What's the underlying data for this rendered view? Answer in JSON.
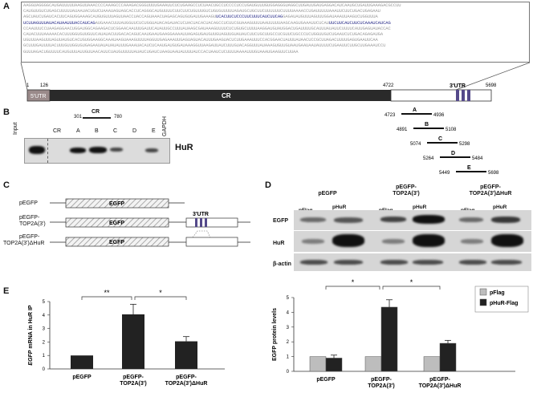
{
  "panel_labels": [
    "A",
    "B",
    "C",
    "D",
    "E"
  ],
  "panelA": {
    "sequence_lines": [
      {
        "plain": "AAGGUAGGGGCAUGAUUUUUAAGUUAAACCCCAAAGCCCAAAGACGGGUUUUGAAAUUCUCUGAAGCCUCUAACUGCCUCCCCUCCUGAUGUUUGUGGAGGGUAGGCUUGAUUGAUGAGGACAUCAAUGCUGAUUGAAAGACGCCUU",
        "hl": ""
      },
      {
        "plain": "CAUGUUGUCUGAGCUUUUUAUAAUACUGUCUAAAUAGUAGCACCUCAGGGCAUGUUUUCUUCUUCUGUUUGUCUGUGUUUUUAGAUGCUGCUUCUUUUUUCUUUUAAAACCUGAUUUUUAAAUUCUUCUGACUGAGAAU",
        "hl": ""
      },
      {
        "plain": "AGCUAUCUGAUCACUUCAGUGGAAAGCAUGUGUUUAGUUAACCUACCAGUAAACUAGAGCAGUGUGAUUGAAAGU",
        "hl": "UCACUUCUCCCUUCUUUCAUCUUCAG",
        "tail": "GAGAUAUGUUUAGUUUGGAUAAAUUAAGUCUGGUUUA"
      },
      {
        "plain": "",
        "hl": "UCUUAGUUUAUACAUAAUUUACCAUCAG",
        "tail": "AUGAAACUUUAUGGUUCUCUGGUAUACAGAUACUCUACUACACUACAGCCUCUUCGUAAAGUUUUAAUUUUUAAGCAAGUGAAAUUCUCAU",
        "hl2": "UUCUUCAUCUUCUCAAAUCAUCAG"
      },
      {
        "plain": "CCAAUUUCCUAAGAGGAACUGGAUGGCAGAAGACUCGGAACAAUUUGAUUCAUAUUGCCUUUAUAAGCGAUAAAGUUUUCUCUGUGCUUUUAAGGAUGUAUGGACUGAUUUUGCAUUUAUAUUCUUUUCAUUGAGUAUACCAC",
        "hl": ""
      },
      {
        "plain": "CAUACUUUAAAAACACUUUGGUGUUGUUCAUAUACUUGACACAGUCAAUGAAUGAAGGAAAAUUAGAGUGAUGUUGUAGUUGUAUAUCUUCUGCUUGCCUCGUUCUGCCCUCUGGUUGUCUGAAUCUCUGACAGAGAUGA",
        "hl": ""
      },
      {
        "plain": "UGUUUAAGUUUAGUUAUGUCACUGUGGAAGGCAAAUAAGUAAAGUUUUAGGUUGAGAAAUUGAGUAGUACAUUUGAAGUACUCUUGAAAUUUCCACGGAACUAUUUAUAACUCCGCUUAGACUUUUGAGUGAAUUCAA",
        "hl": ""
      },
      {
        "plain": "GCUUUGAUUUUACUUUGUUGGUGUGAGAAUAUAUAUAUUUGAAAUACAUCUCAAUGAUGUGAUAAAGGUUAAGAUUAUCUUUGUACAGGUUUAUAAAGUGUUGUAAUGAAUAAUAUUUUCUGAAUUCUUGCUUGAAAUCCU",
        "hl": ""
      },
      {
        "plain": "GUUUAGACUGUUUUCAUGUUUAUUGUUAACAUUCUAUGUUUUUAUAUCUGAUCUAAGUAAUAUUUUAUCCACUAAUCUCUUUUAAAAUUUGUAAAUGAAGUUCUUAA",
        "hl": ""
      }
    ],
    "coord_start": "1",
    "coord_utr5": "126",
    "coord_cr_end": "4722",
    "coord_end": "5698",
    "label_utr5": "5'UTR",
    "label_cr": "CR",
    "label_utr3": "3'UTR",
    "fragments": [
      {
        "name": "A",
        "start": "4723",
        "end": "4936"
      },
      {
        "name": "B",
        "start": "4891",
        "end": "5108"
      },
      {
        "name": "C",
        "start": "5074",
        "end": "5298"
      },
      {
        "name": "D",
        "start": "5264",
        "end": "5484"
      },
      {
        "name": "E",
        "start": "5449",
        "end": "5698"
      }
    ]
  },
  "panelB": {
    "lanes": [
      "Input",
      "CR",
      "A",
      "B",
      "C",
      "D",
      "E",
      "GAPDH"
    ],
    "cr_start": "301",
    "cr_end": "780",
    "cr_label": "CR",
    "protein": "HuR"
  },
  "panelC": {
    "constructs": [
      {
        "label_lines": [
          "pEGFP"
        ],
        "box": "EGFP"
      },
      {
        "label_lines": [
          "pEGFP-",
          "TOP2A(3')"
        ],
        "box": "EGFP",
        "utr": "3'UTR"
      },
      {
        "label_lines": [
          "pEGFP-",
          "TOP2A(3')ΔHuR"
        ],
        "box": "EGFP"
      }
    ]
  },
  "panelD": {
    "groups": [
      "pEGFP",
      "pEGFP-\nTOP2A(3')",
      "pEGFP-\nTOP2A(3')ΔHuR"
    ],
    "lane_labels": [
      "pFlag",
      "pHuR\nFlag",
      "pFlag",
      "pHuR\nFlag",
      "pFlag",
      "pHuR\nFlag"
    ],
    "row_labels": [
      "EGFP",
      "HuR",
      "β-actin"
    ]
  },
  "chart_data": [
    {
      "type": "bar",
      "categories": [
        "pEGFP",
        "pEGFP-\nTOP2A(3')",
        "pEGFP-\nTOP2A(3')ΔHuR"
      ],
      "values": [
        1.0,
        4.05,
        2.05
      ],
      "errors": [
        0,
        0.75,
        0.35
      ],
      "ylabel_italic": "EGFP",
      "ylabel_rest": " mRNA in HuR IP",
      "ylim": [
        0,
        5
      ],
      "yticks": [
        "0",
        "1",
        "2",
        "3",
        "4",
        "5"
      ],
      "significance": [
        "**",
        "*"
      ],
      "colors": {
        "bar": "#222222"
      }
    },
    {
      "type": "bar",
      "categories": [
        "pEGFP",
        "pEGFP-\nTOP2A(3')",
        "pEGFP-\nTOP2A(3')ΔHuR"
      ],
      "series": [
        {
          "name": "pFlag",
          "values": [
            1.0,
            1.0,
            1.0
          ],
          "errors": [
            0,
            0,
            0
          ],
          "color": "#bdbdbd"
        },
        {
          "name": "pHuR-Flag",
          "values": [
            0.9,
            4.35,
            1.9
          ],
          "errors": [
            0.2,
            0.5,
            0.2
          ],
          "color": "#222222"
        }
      ],
      "ylabel": "EGFP protein levels",
      "ylim": [
        0,
        5
      ],
      "yticks": [
        "0",
        "1",
        "2",
        "3",
        "4",
        "5"
      ],
      "significance": [
        "*",
        "*"
      ],
      "legend_position": "top-right"
    }
  ]
}
